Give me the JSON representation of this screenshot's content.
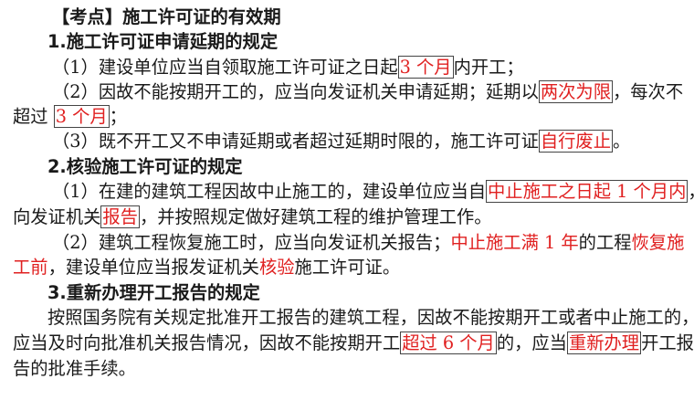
{
  "title": "【考点】施工许可证的有效期",
  "s1": {
    "heading": "1.施工许可证申请延期的规定",
    "p1": {
      "a": "（1）建设单位应当自领取施工许可证之日起",
      "box": "3 个月",
      "b": "内开工；"
    },
    "p2": {
      "a": "（2）因故不能按期开工的，应当向发证机关申请延期；延期以",
      "box1": "两次为限",
      "b": "，每次不",
      "c": "超过 ",
      "box2": "3 个月",
      "d": "；"
    },
    "p3": {
      "a": "（3）既不开工又不申请延期或者超过延期时限的，施工许可证",
      "box": "自行废止",
      "b": "。"
    }
  },
  "s2": {
    "heading": "2.核验施工许可证的规定",
    "p1": {
      "a": "（1）在建的建筑工程因故中止施工的，建设单位应当自",
      "box1": "中止施工之日起 1 个月内",
      "b": "，",
      "c": "向发证机关",
      "box2": "报告",
      "d": "，并按照规定做好建筑工程的维护管理工作。"
    },
    "p2": {
      "a": "（2）建筑工程恢复施工时，应当向发证机关报告；",
      "red1": "中止施工满 1 年",
      "b": "的工程",
      "red2a": "恢复施",
      "red2b": "工前",
      "c": "，建设单位应当报发证机关",
      "red3": "核验",
      "d": "施工许可证。"
    }
  },
  "s3": {
    "heading": "3.重新办理开工报告的规定",
    "p1": {
      "a": "按照国务院有关规定批准开工报告的建筑工程，因故不能按期开工或者中止施工的，",
      "b": "应当及时向批准机关报告情况，因故不能按期开工",
      "box1": "超过 6 个月",
      "c": "的，应当",
      "box2": "重新办理",
      "d": "开工报",
      "e": "告的批准手续。"
    }
  },
  "colors": {
    "highlight": "#e02020",
    "text": "#1a1a1a",
    "box_border": "#444444"
  }
}
